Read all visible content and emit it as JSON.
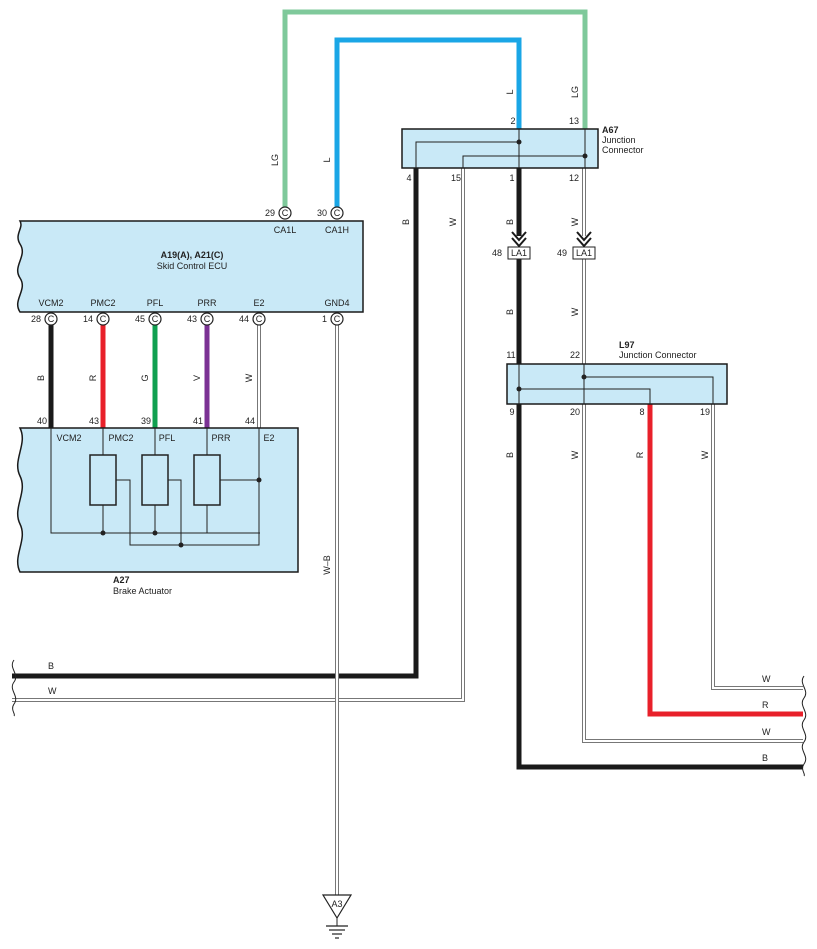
{
  "components": {
    "ecu": {
      "id": "A19(A), A21(C)",
      "name": "Skid Control ECU"
    },
    "actuator": {
      "id": "A27",
      "name": "Brake Actuator"
    },
    "a67": {
      "id": "A67",
      "name_line1": "Junction",
      "name_line2": "Connector"
    },
    "l97": {
      "id": "L97",
      "name": "Junction Connector"
    },
    "ground": {
      "id": "A3"
    }
  },
  "ecu_pins": {
    "ca1l_num": "29",
    "ca1l_name": "CA1L",
    "ca1h_num": "30",
    "ca1h_name": "CA1H",
    "vcm2_num": "28",
    "vcm2_name": "VCM2",
    "pmc2_num": "14",
    "pmc2_name": "PMC2",
    "pfl_num": "45",
    "pfl_name": "PFL",
    "prr_num": "43",
    "prr_name": "PRR",
    "e2_num": "44",
    "e2_name": "E2",
    "gnd4_num": "1",
    "gnd4_name": "GND4",
    "connector_letter": "C"
  },
  "actuator_pins": {
    "vcm2_num": "40",
    "vcm2_name": "VCM2",
    "pmc2_num": "43",
    "pmc2_name": "PMC2",
    "pfl_num": "39",
    "pfl_name": "PFL",
    "prr_num": "41",
    "prr_name": "PRR",
    "e2_num": "44",
    "e2_name": "E2"
  },
  "a67_pins": {
    "top_l": "2",
    "top_lg": "13",
    "bot_b": "4",
    "bot_w": "15",
    "bot_b2": "1",
    "bot_w2": "12"
  },
  "l97_pins": {
    "top_b": "11",
    "top_w": "22",
    "bot_b": "9",
    "bot_w": "20",
    "bot_r": "8",
    "bot_w2": "19"
  },
  "la1": {
    "label": "LA1",
    "pin_b": "48",
    "pin_w": "49"
  },
  "wire_colors": {
    "lg": "LG",
    "l": "L",
    "b": "B",
    "r": "R",
    "g": "G",
    "v": "V",
    "w": "W",
    "wb": "W–B"
  },
  "colors": {
    "lg": "#7fc99b",
    "l": "#1aa6e6",
    "b": "#1a1a1a",
    "r": "#e8202a",
    "g": "#10a050",
    "v": "#7b3294",
    "w": "#888888",
    "box_fill": "#c9e9f7"
  }
}
